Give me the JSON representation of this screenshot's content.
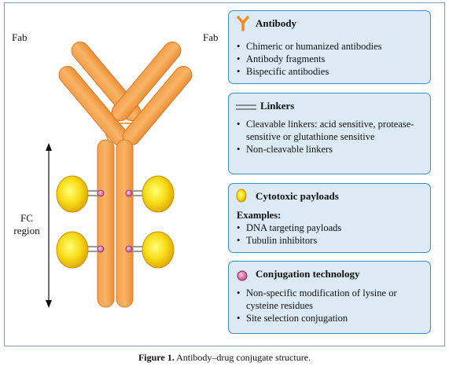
{
  "diagram": {
    "fab_left": "Fab",
    "fab_right": "Fab",
    "fc_line1": "FC",
    "fc_line2": "region"
  },
  "panels": {
    "antibody": {
      "title": "Antibody",
      "items": [
        "Chimeric or humanized antibodies",
        "Antibody fragments",
        "Bispecific antibodies"
      ]
    },
    "linkers": {
      "title": "Linkers",
      "items": [
        "Cleavable linkers: acid sensitive, protease-sensitive or glutathione sensitive",
        "Non-cleavable linkers"
      ]
    },
    "payloads": {
      "title": "Cytotoxic payloads",
      "subheading": "Examples:",
      "items": [
        "DNA targeting payloads",
        "Tubulin inhibitors"
      ]
    },
    "conjugation": {
      "title": "Conjugation technology",
      "items": [
        "Non-specific modification of lysine or cysteine residues",
        "Site selection conjugation"
      ]
    }
  },
  "caption": {
    "label": "Figure 1.",
    "text": "Antibody–drug conjugate structure."
  },
  "colors": {
    "antibody_fill": "#f5a04a",
    "antibody_stroke": "#d9792a",
    "payload_fill": "#f2d000",
    "linker_bead": "#d85a9c",
    "panel_bg": "#dbeaf5",
    "panel_border": "#3b8fc4"
  }
}
